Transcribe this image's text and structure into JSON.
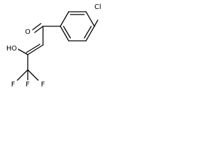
{
  "structure": {
    "atoms": {
      "ketone_oxygen": "O",
      "chlorine": "Cl",
      "hydroxyl": "HO",
      "fluorine_top": "F",
      "fluorine_right": "F",
      "fluorine_bottom": "F"
    },
    "colors": {
      "bond": "#000000",
      "text": "#000000",
      "background": "#ffffff"
    }
  }
}
